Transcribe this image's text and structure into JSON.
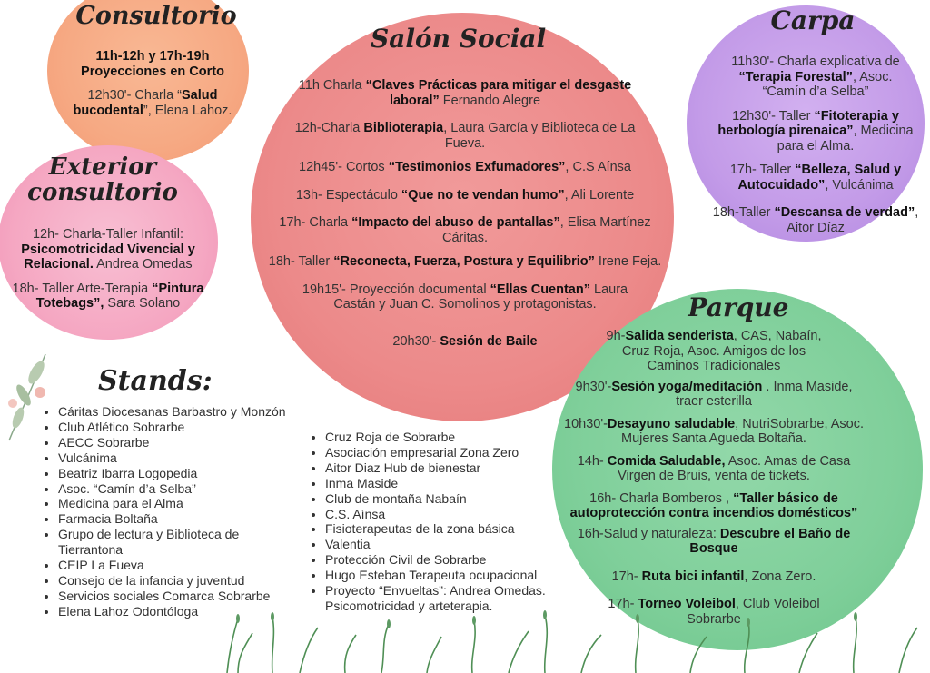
{
  "consultorio": {
    "title": "Consultorio",
    "e1_time": "11h-12h y 17h-19h",
    "e1_bold": "Proyecciones en Corto",
    "e2_pre": "12h30'- Charla “",
    "e2_bold": "Salud bucodental",
    "e2_post": "”, Elena Lahoz."
  },
  "exterior": {
    "title_line1": "Exterior",
    "title_line2": "consultorio",
    "e1_pre": "12h- Charla-Taller Infantil: ",
    "e1_bold": "Psicomotricidad Vivencial y Relacional.",
    "e1_post": " Andrea Omedas",
    "e2_pre": "18h- Taller Arte-Terapia ",
    "e2_bold": "“Pintura Totebags”,",
    "e2_post": " Sara Solano"
  },
  "salon": {
    "title": "Salón Social",
    "e1_pre": "11h Charla ",
    "e1_bold": "“Claves Prácticas para mitigar el desgaste laboral”",
    "e1_post": " Fernando Alegre",
    "e2_pre": "12h-Charla ",
    "e2_bold": "Biblioterapia",
    "e2_post": ", Laura García y Biblioteca de La Fueva.",
    "e3_pre": "12h45'- Cortos ",
    "e3_bold": "“Testimonios Exfumadores”",
    "e3_post": ", C.S Aínsa",
    "e4_pre": "13h- Espectáculo ",
    "e4_bold": "“Que no te vendan humo”",
    "e4_post": ", Ali Lorente",
    "e5_pre": "17h- Charla ",
    "e5_bold": "“Impacto del abuso de pantallas”",
    "e5_post": ", Elisa Martínez Cáritas.",
    "e6_pre": "18h- Taller ",
    "e6_bold": "“Reconecta, Fuerza, Postura y Equilibrio”",
    "e6_post": " Irene Feja.",
    "e7_pre": "19h15'- Proyección documental ",
    "e7_bold": "“Ellas Cuentan”",
    "e7_post": " Laura Castán y Juan C. Somolinos y protagonistas.",
    "e8_pre": "20h30'- ",
    "e8_bold": "Sesión de Baile"
  },
  "carpa": {
    "title": "Carpa",
    "e1_pre": "11h30'- Charla explicativa de ",
    "e1_bold": "“Terapia Forestal”",
    "e1_post": ", Asoc. “Camín d’a Selba”",
    "e2_pre": "12h30'- Taller ",
    "e2_bold": "“Fitoterapia y herbología pirenaica”",
    "e2_post": ", Medicina para el Alma.",
    "e3_pre": "17h- Taller ",
    "e3_bold": "“Belleza, Salud y Autocuidado”",
    "e3_post": ", Vulcánima",
    "e4_pre": "18h-Taller ",
    "e4_bold": "“Descansa de verdad”",
    "e4_post": ", Aitor Díaz"
  },
  "parque": {
    "title": "Parque",
    "e1_pre": "9h-",
    "e1_bold": "Salida senderista",
    "e1_post": ", CAS, Nabaín, Cruz Roja, Asoc. Amigos de los Caminos Tradicionales",
    "e2_pre": "9h30'-",
    "e2_bold": "Sesión yoga/meditación",
    "e2_post": " . Inma Maside, traer esterilla",
    "e3_pre": "10h30'-",
    "e3_bold": "Desayuno saludable",
    "e3_post": ", NutriSobrarbe, Asoc. Mujeres Santa Agueda Boltaña.",
    "e4_pre": "14h- ",
    "e4_bold": "Comida Saludable,",
    "e4_post": " Asoc. Amas de Casa Virgen de Bruis, venta de tickets.",
    "e5_pre": "16h- Charla Bomberos , ",
    "e5_bold": "“Taller básico de autoprotección contra incendios domésticos”",
    "e6_pre": "16h-Salud y naturaleza: ",
    "e6_bold": "Descubre el Baño de Bosque",
    "e7_pre": "17h- ",
    "e7_bold": "Ruta bici infantil",
    "e7_post": ", Zona Zero.",
    "e8_pre": "17h- ",
    "e8_bold": "Torneo Voleibol",
    "e8_post": ", Club Voleibol Sobrarbe"
  },
  "stands": {
    "title": "Stands:",
    "col1": [
      "Cáritas Diocesanas Barbastro y Monzón",
      "Club Atlético Sobrarbe",
      "AECC Sobrarbe",
      "Vulcánima",
      "Beatriz Ibarra Logopedia",
      "Asoc. “Camín d’a Selba”",
      "Medicina para el Alma",
      "Farmacia Boltaña",
      "Grupo de lectura y Biblioteca de Tierrantona",
      "CEIP La Fueva",
      "Consejo de la infancia y juventud",
      "Servicios sociales Comarca Sobrarbe",
      "Elena Lahoz Odontóloga"
    ],
    "col2": [
      "Cruz Roja de Sobrarbe",
      "Asociación empresarial Zona Zero",
      "Aitor Diaz Hub de bienestar",
      "Inma Maside",
      "Club de montaña Nabaín",
      "C.S. Aínsa",
      "Fisioterapeutas de la zona básica",
      "Valentia",
      "Protección Civil de Sobrarbe",
      "Hugo Esteban Terapeuta ocupacional",
      "Proyecto “Envueltas”: Andrea Omedas. Psicomotricidad y arteterapia."
    ]
  },
  "colors": {
    "consultorio": "#f6a983",
    "exterior": "#f6a6c2",
    "salon": "#ec8a8a",
    "carpa": "#c39be8",
    "parque": "#7fcf9a"
  }
}
